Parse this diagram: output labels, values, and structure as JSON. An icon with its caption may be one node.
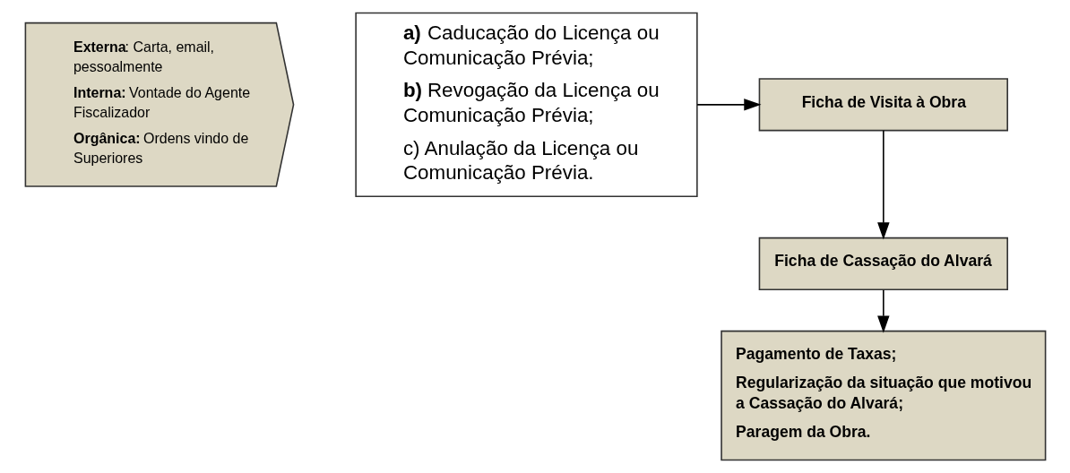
{
  "diagram": {
    "nodes": [
      {
        "text": [
          "**Externa**: Carta, email, pessoalmente",
          "**Interna:** Vontade do Agente Fiscalizador",
          "**Orgânica:** Ordens vindo de Superiores"
        ]
      },
      {
        "text": [
          "**a)** Caducação do Licença ou Comunicação Prévia;",
          "**b)** Revogação da Licença ou Comunicação Prévia;",
          "c) Anulação da Licença ou Comunicação Prévia."
        ]
      },
      {
        "text": [
          "Ficha de Visita à Obra"
        ]
      },
      {
        "text": [
          "Ficha de Cassação do Alvará"
        ]
      },
      {
        "text": [
          "Pagamento de Taxas;",
          "Regularização da situação que motivou a Cassação do Alvará;",
          "Paragem da Obra."
        ]
      }
    ],
    "edges": [
      {
        "from": 1,
        "to": 2,
        "arrow": "to"
      },
      {
        "from": 2,
        "to": 3,
        "arrow": "to"
      },
      {
        "from": 3,
        "to": 4,
        "arrow": "to"
      }
    ]
  }
}
